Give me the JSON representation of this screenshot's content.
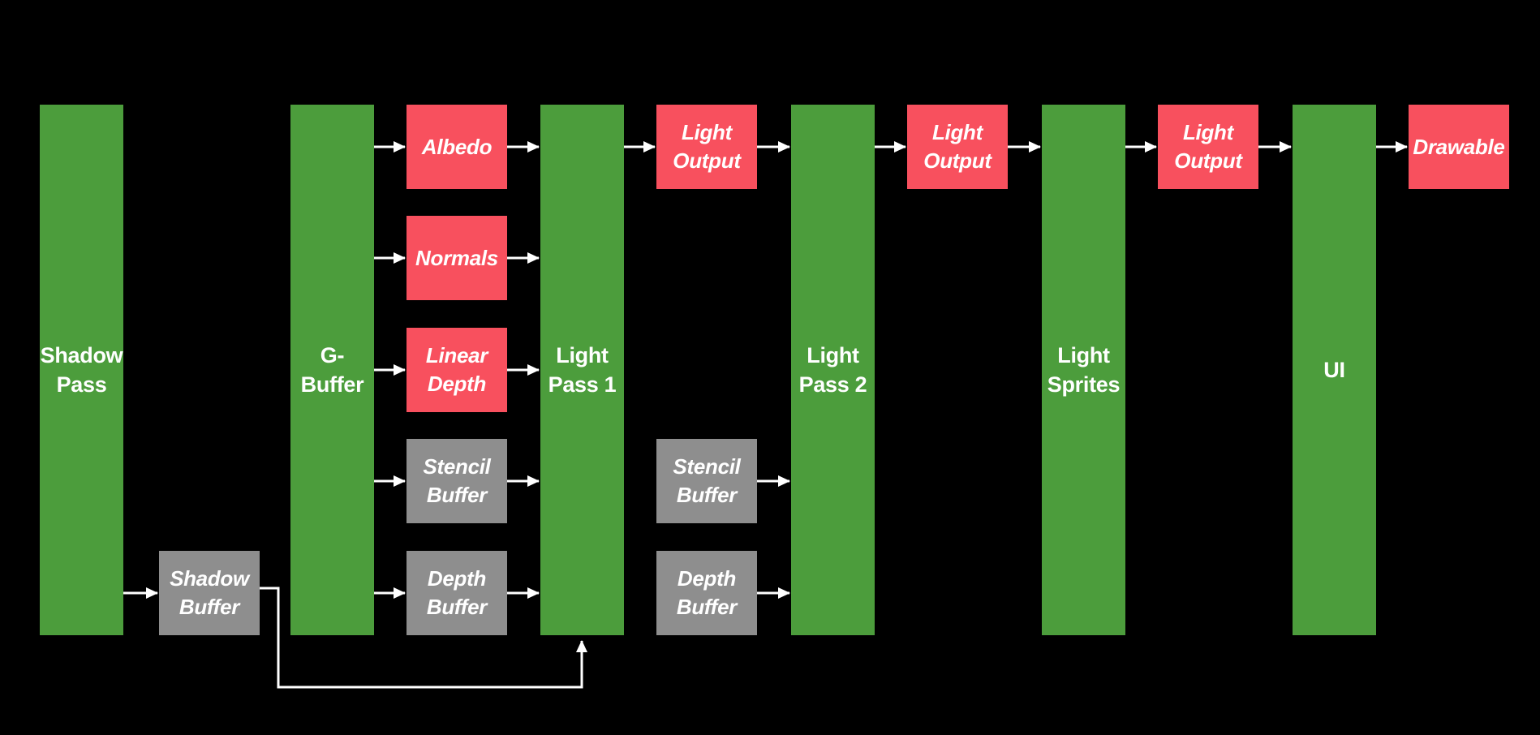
{
  "colors": {
    "background": "#000000",
    "pass_green": "#4C9D3C",
    "texture_red": "#F8505E",
    "buffer_gray": "#8E8E8E",
    "connector_white": "#FFFFFF"
  },
  "passes": [
    {
      "id": "shadow-pass",
      "label": "Shadow\nPass"
    },
    {
      "id": "g-buffer",
      "label": "G-Buffer"
    },
    {
      "id": "light-pass-1",
      "label": "Light\nPass 1"
    },
    {
      "id": "light-pass-2",
      "label": "Light\nPass 2"
    },
    {
      "id": "light-sprites",
      "label": "Light\nSprites"
    },
    {
      "id": "ui",
      "label": "UI"
    }
  ],
  "nodes": [
    {
      "id": "shadow-buffer",
      "label": "Shadow\nBuffer",
      "kind": "buffer"
    },
    {
      "id": "albedo",
      "label": "Albedo",
      "kind": "texture"
    },
    {
      "id": "normals",
      "label": "Normals",
      "kind": "texture"
    },
    {
      "id": "linear-depth",
      "label": "Linear\nDepth",
      "kind": "texture"
    },
    {
      "id": "stencil-buffer-1",
      "label": "Stencil\nBuffer",
      "kind": "buffer"
    },
    {
      "id": "depth-buffer-1",
      "label": "Depth\nBuffer",
      "kind": "buffer"
    },
    {
      "id": "light-output-1",
      "label": "Light\nOutput",
      "kind": "texture"
    },
    {
      "id": "stencil-buffer-2",
      "label": "Stencil\nBuffer",
      "kind": "buffer"
    },
    {
      "id": "depth-buffer-2",
      "label": "Depth\nBuffer",
      "kind": "buffer"
    },
    {
      "id": "light-output-2",
      "label": "Light\nOutput",
      "kind": "texture"
    },
    {
      "id": "light-output-3",
      "label": "Light\nOutput",
      "kind": "texture"
    },
    {
      "id": "drawable",
      "label": "Drawable",
      "kind": "texture"
    }
  ],
  "connections": [
    {
      "from": "shadow-pass",
      "to": "shadow-buffer"
    },
    {
      "from": "g-buffer",
      "to": "albedo"
    },
    {
      "from": "g-buffer",
      "to": "normals"
    },
    {
      "from": "g-buffer",
      "to": "linear-depth"
    },
    {
      "from": "g-buffer",
      "to": "stencil-buffer-1"
    },
    {
      "from": "g-buffer",
      "to": "depth-buffer-1"
    },
    {
      "from": "albedo",
      "to": "light-pass-1"
    },
    {
      "from": "normals",
      "to": "light-pass-1"
    },
    {
      "from": "linear-depth",
      "to": "light-pass-1"
    },
    {
      "from": "stencil-buffer-1",
      "to": "light-pass-1"
    },
    {
      "from": "depth-buffer-1",
      "to": "light-pass-1"
    },
    {
      "from": "shadow-buffer",
      "to": "light-pass-1"
    },
    {
      "from": "light-pass-1",
      "to": "light-output-1"
    },
    {
      "from": "light-output-1",
      "to": "light-pass-2"
    },
    {
      "from": "stencil-buffer-2",
      "to": "light-pass-2"
    },
    {
      "from": "depth-buffer-2",
      "to": "light-pass-2"
    },
    {
      "from": "light-pass-2",
      "to": "light-output-2"
    },
    {
      "from": "light-output-2",
      "to": "light-sprites"
    },
    {
      "from": "light-sprites",
      "to": "light-output-3"
    },
    {
      "from": "light-output-3",
      "to": "ui"
    },
    {
      "from": "ui",
      "to": "drawable"
    }
  ]
}
